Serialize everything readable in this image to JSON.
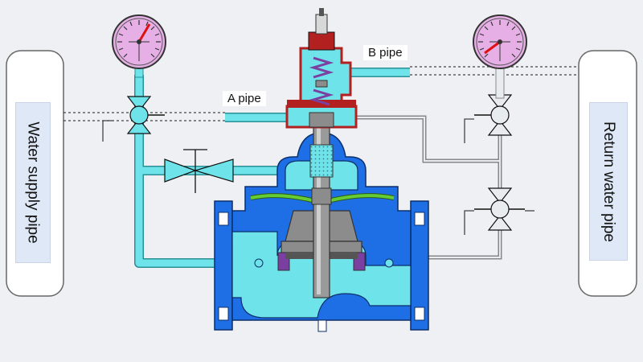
{
  "labels": {
    "water_supply_pipe": "Water supply pipe",
    "return_water_pipe": "Return water pipe",
    "a_pipe": "A pipe",
    "b_pipe": "B pipe"
  },
  "colors": {
    "background": "#eef0f3",
    "valve_body": "#1e6fe6",
    "water": "#6fe3ea",
    "pilot_frame": "#b22020",
    "diaphragm": "#66cc33",
    "stem": "#888888",
    "seal": "#7a3fa0",
    "gauge_face": "#e6b0e6"
  },
  "gauges": [
    {
      "name": "supply-pressure-gauge",
      "icon": "pressure-gauge-icon"
    },
    {
      "name": "return-pressure-gauge",
      "icon": "pressure-gauge-icon"
    }
  ]
}
